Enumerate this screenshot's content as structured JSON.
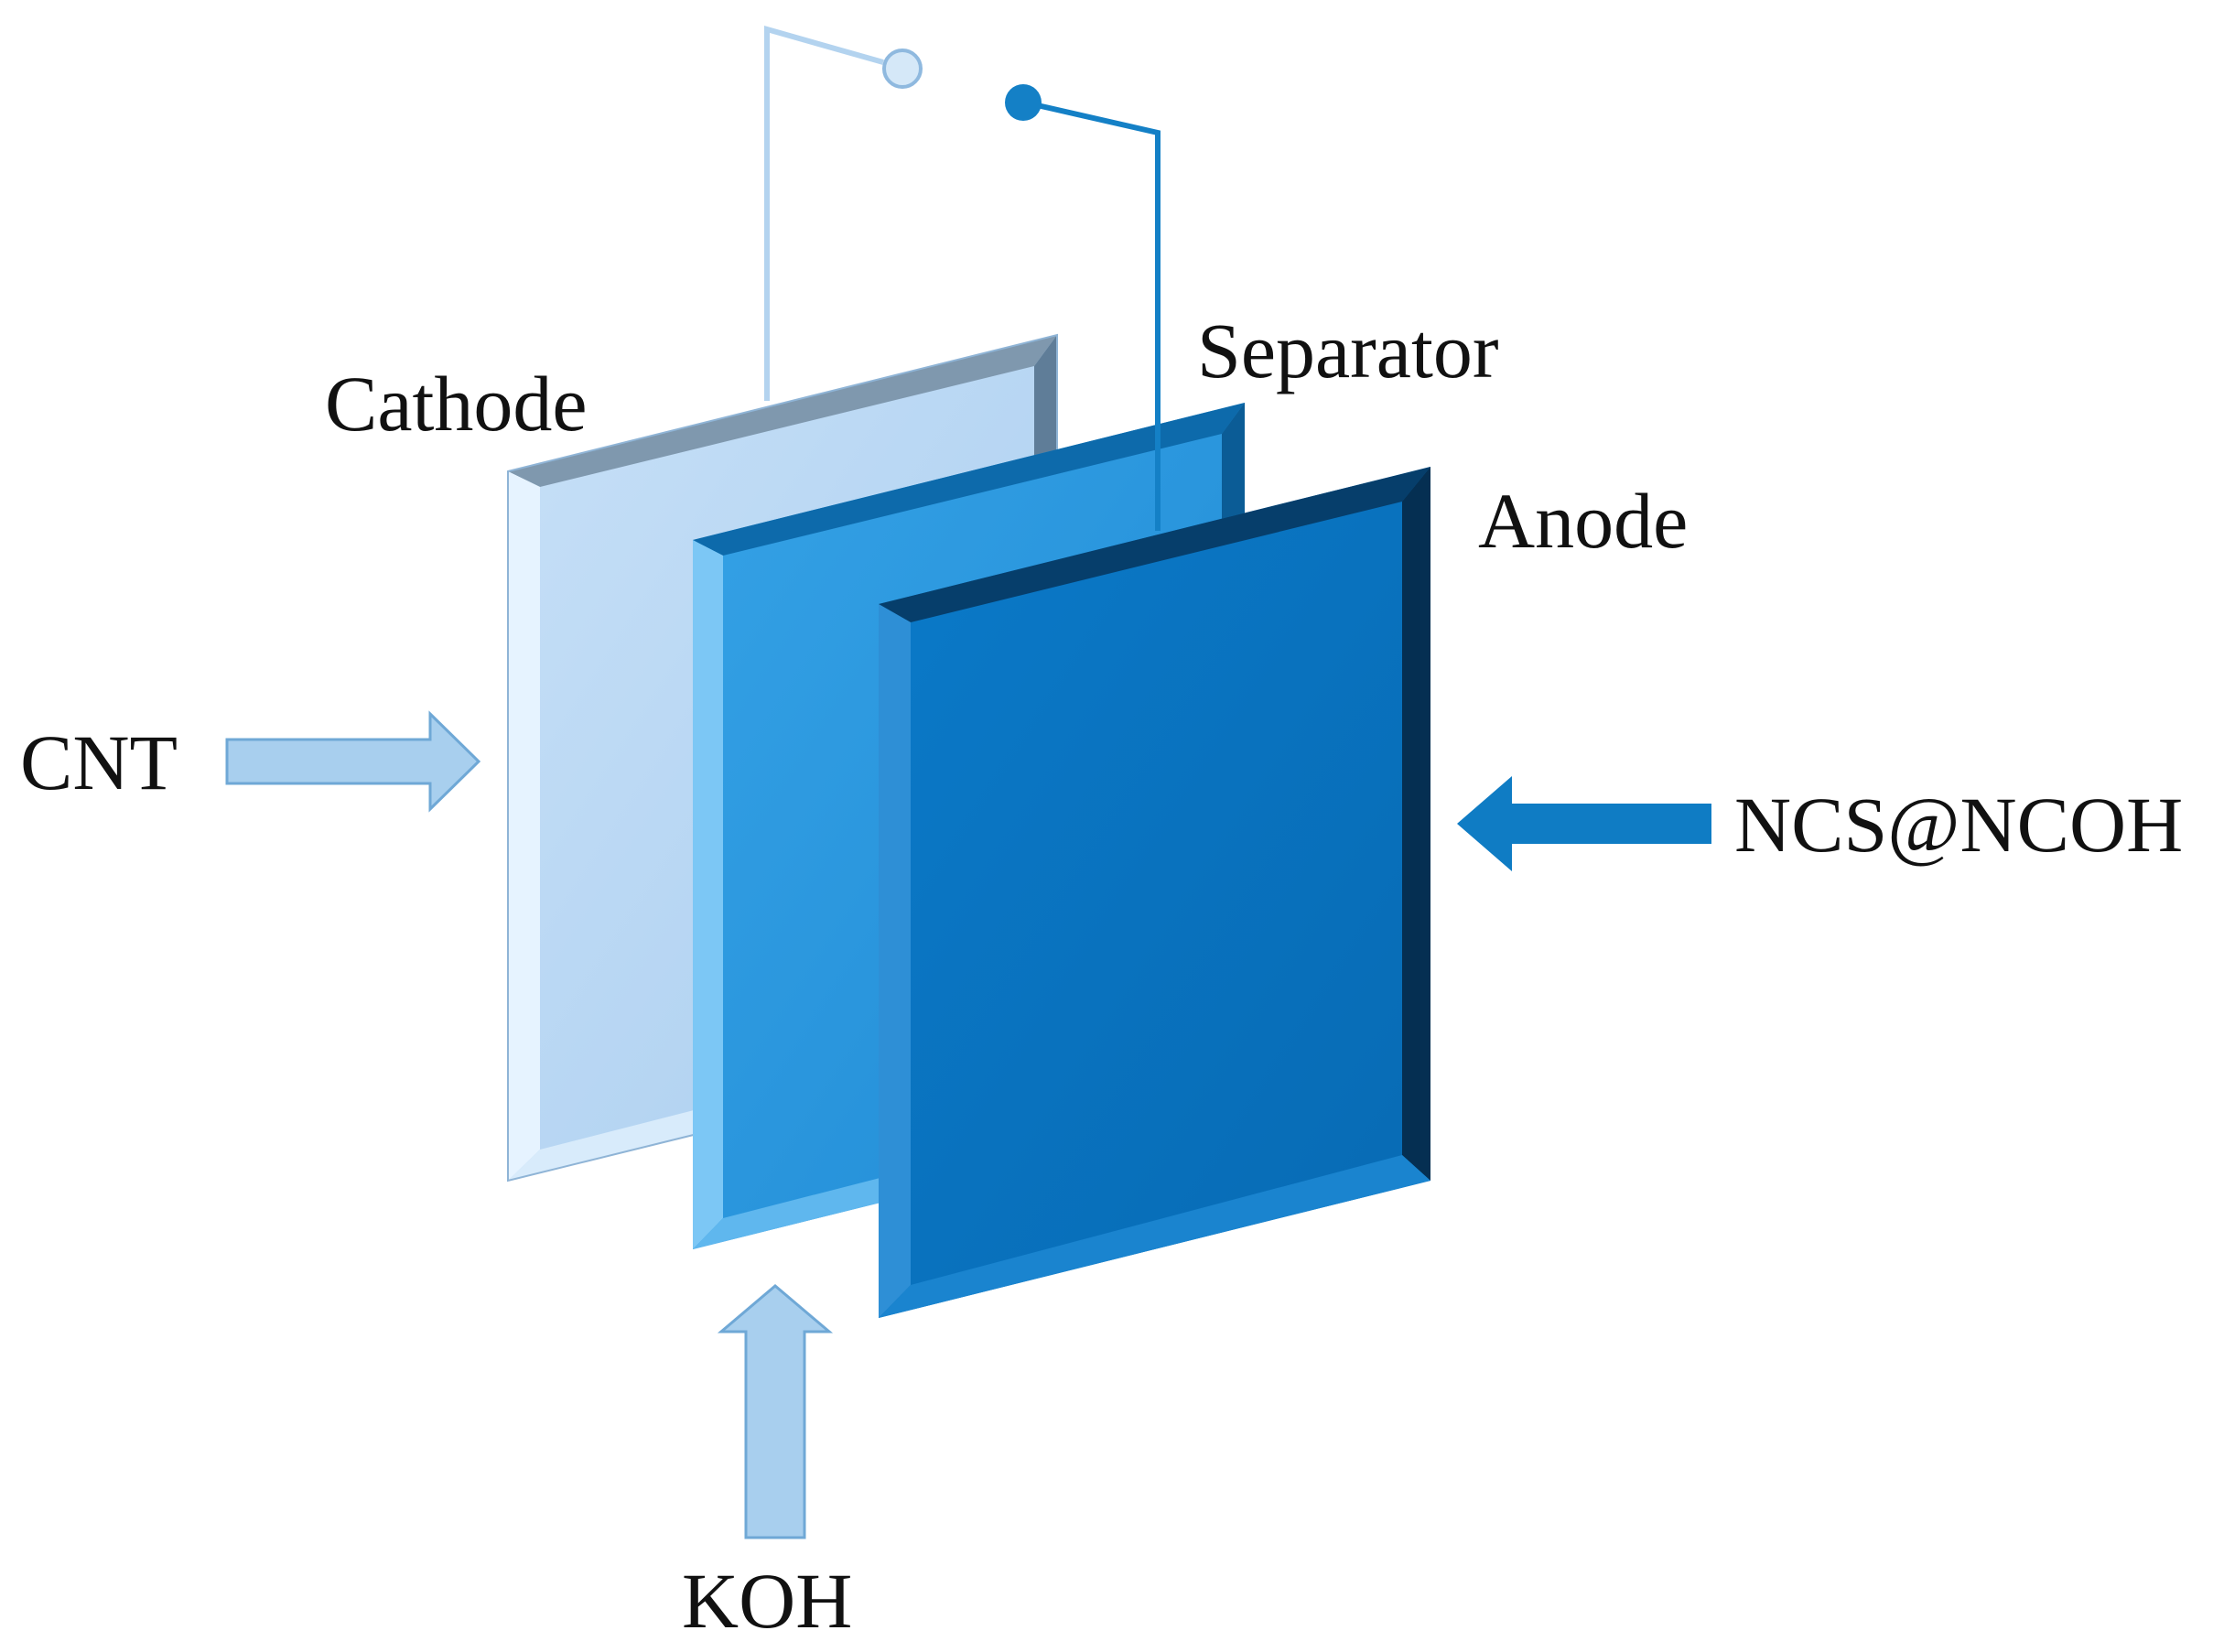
{
  "labels": {
    "cathode": "Cathode",
    "separator": "Separator",
    "anode": "Anode",
    "cnt": "CNT",
    "ncs": "NCS@NCOH",
    "koh": "KOH"
  },
  "colors": {
    "cathode_face": "#b8d6f3",
    "cathode_bevel_light": "#e6f3ff",
    "cathode_bevel_dark": "#5f7d98",
    "separator_face": "#2b97df",
    "separator_bevel_light": "#7cc7f5",
    "separator_bevel_dark": "#0b5c96",
    "anode_face": "#0a74c2",
    "anode_bevel_light": "#2e8fd6",
    "anode_bevel_dark": "#063e6b",
    "cathode_wire": "#b3d3ef",
    "anode_wire": "#1480c6",
    "cnt_arrow": "#a8cfee",
    "koh_arrow": "#a8cfee",
    "ncs_arrow": "#0f7cc4"
  },
  "icons": {
    "cathode_terminal": "open-circle-terminal",
    "anode_terminal": "filled-circle-terminal",
    "cnt_arrow": "right-arrow",
    "koh_arrow": "up-arrow",
    "ncs_arrow": "left-arrow"
  }
}
